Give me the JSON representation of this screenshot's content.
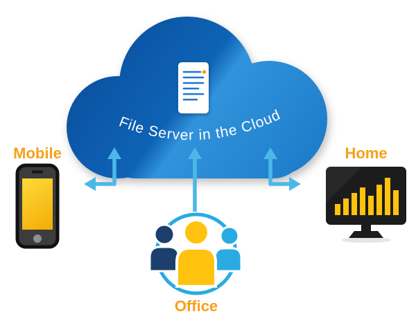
{
  "cloud": {
    "label": "File Server in the Cloud"
  },
  "nodes": {
    "mobile": {
      "label": "Mobile"
    },
    "home": {
      "label": "Home"
    },
    "office": {
      "label": "Office"
    }
  },
  "colors": {
    "label_orange": "#F7A01A",
    "cloud_dark": "#0A4C9B",
    "cloud_light": "#3193DB",
    "arrow_blue": "#4CB8E8",
    "office_circle_blue": "#29ABE2",
    "person_navy": "#1C3F6E",
    "person_yellow": "#FFC20E",
    "person_lightblue": "#29ABE2",
    "server_line_blue": "#1976D2",
    "server_dot_orange": "#F7A01A",
    "chart_bar_yellow": "#FFC20E",
    "phone_screen_yellow": "#F2A900",
    "device_dark": "#1C1C1C"
  }
}
